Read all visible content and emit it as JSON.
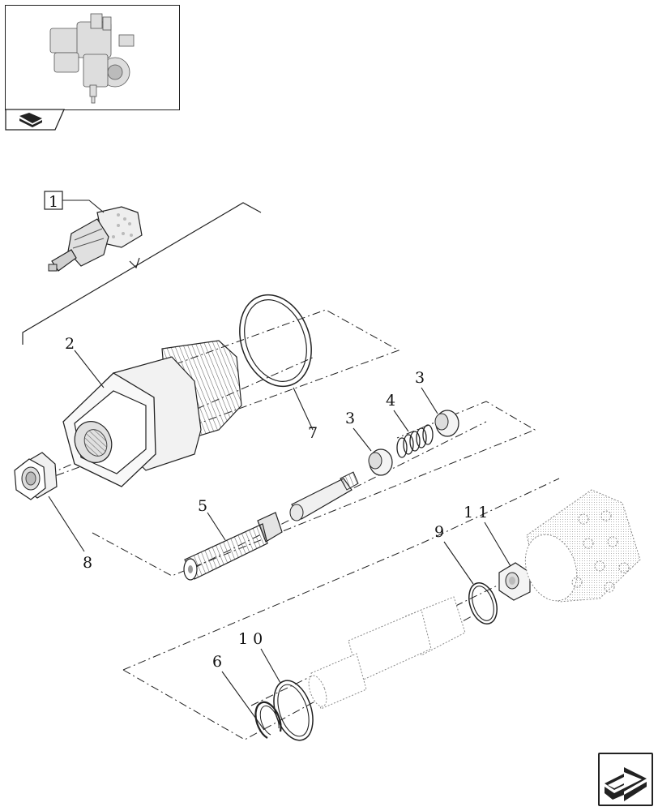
{
  "thumbnail": {
    "icon": "hydraulic-pump-assembly-icon"
  },
  "back_tab": {
    "icon": "book-pages-icon"
  },
  "nav": {
    "icon": "arrow-navigation-icon"
  },
  "callouts": {
    "c1": "1",
    "c2": "2",
    "c3a": "3",
    "c3b": "3",
    "c4": "4",
    "c5": "5",
    "c6": "6",
    "c7": "7",
    "c8": "8",
    "c9": "9",
    "c10": "1 0",
    "c11": "1 1"
  },
  "colors": {
    "line": "#1a1a1a",
    "part_shade": "#e6e6e6"
  }
}
